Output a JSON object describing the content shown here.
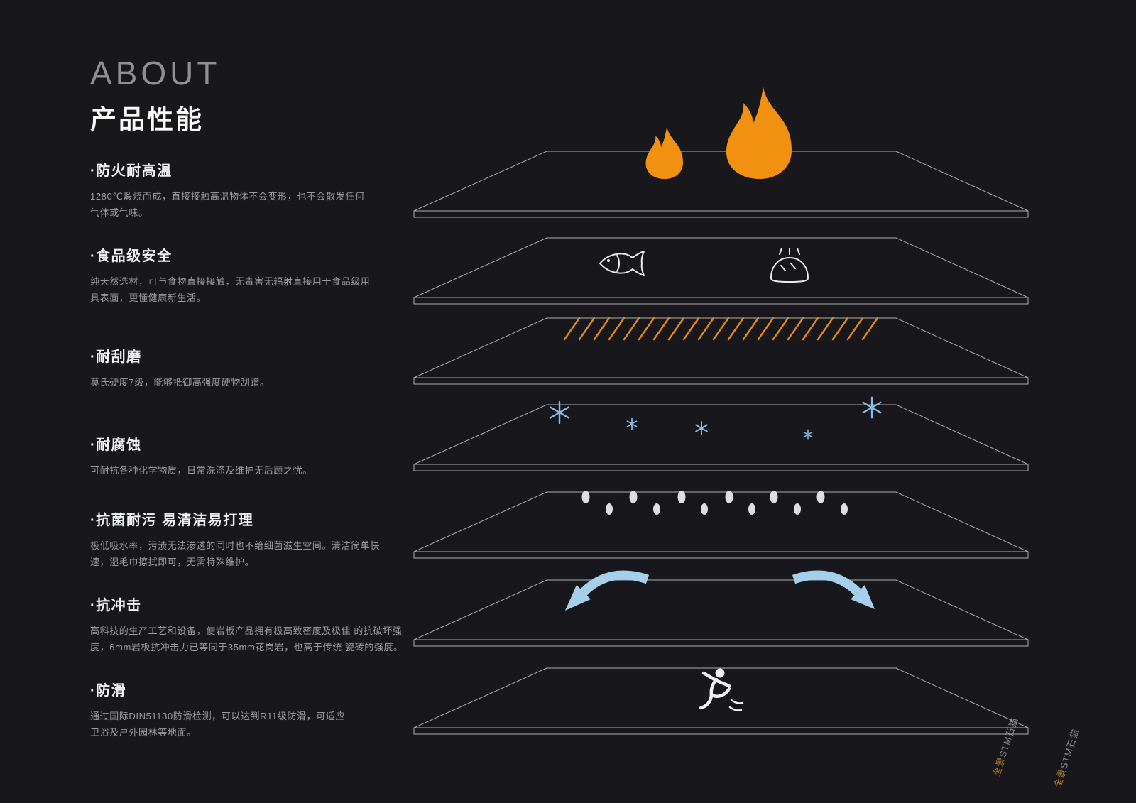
{
  "header": {
    "eyebrow": "ABOUT",
    "title": "产品性能"
  },
  "features": [
    {
      "title": "·防火耐高温",
      "desc": "1280℃煅烧而成，直接接触高温物体不会变形，也不会散发任何气体或气味。",
      "icon": "flame-icon"
    },
    {
      "title": "·食品级安全",
      "desc": "纯天然选材，可与食物直接接触，无毒害无辐射直接用于食品级用具表面，更懂健康新生活。",
      "icon": "fish-icon + bread-icon"
    },
    {
      "title": "·耐刮磨",
      "desc": "莫氏硬度7级，能够抵御高强度硬物刮蹭。",
      "icon": "scratch-lines-icon"
    },
    {
      "title": "·耐腐蚀",
      "desc": "可耐抗各种化学物质，日常洗涤及维护无后顾之忧。",
      "icon": "snowflakes-icon"
    },
    {
      "title": "·抗菌耐污 易清洁易打理",
      "desc": "极低吸水率，污渍无法渗透的同时也不给细菌滋生空间。清洁简单快速，湿毛巾擦拭即可，无需特殊维护。",
      "icon": "droplets-icon"
    },
    {
      "title": "·抗冲击",
      "desc": "高科技的生产工艺和设备，使岩板产品拥有极高致密度及极佳 的抗破坏强度，6mm岩板抗冲击力已等同于35mm花岗岩，也高于传统 瓷砖的强度。",
      "icon": "impact-arrows-icon"
    },
    {
      "title": "·防滑",
      "desc": "通过国际DIN51130防滑检测，可以达到R11级防滑，可适应卫浴及户外园林等地面。",
      "icon": "slip-person-icon"
    }
  ],
  "watermark": {
    "brand": "全景",
    "name": "STM石猫"
  },
  "colors": {
    "background": "#17171c",
    "slab_line": "#c7cacc",
    "accent_orange": "#f29111",
    "scratch_orange": "#e2851c",
    "accent_blue": "#85bde8",
    "arrow_blue": "#a6cfec",
    "text_primary": "#f0f1f3",
    "text_secondary": "#9b9da2"
  }
}
